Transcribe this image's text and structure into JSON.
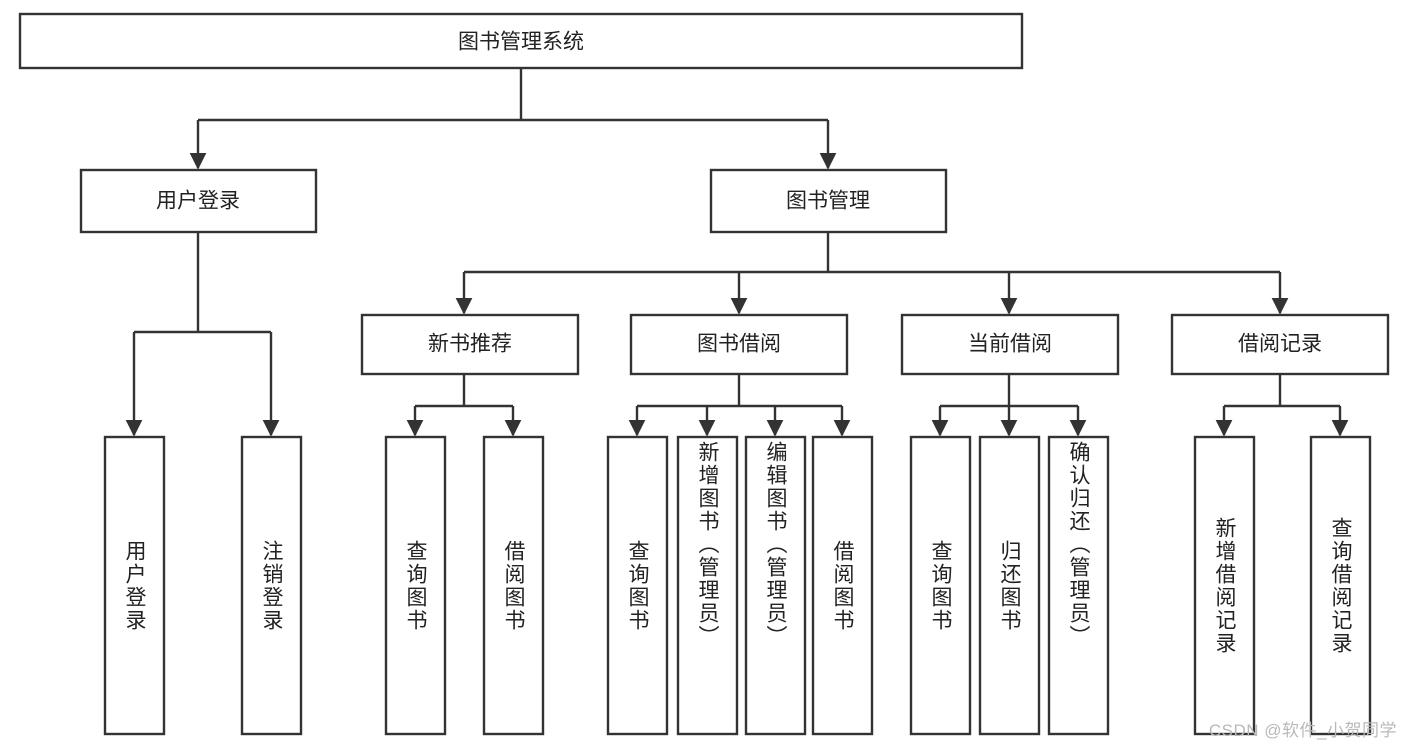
{
  "diagram": {
    "title": "图书管理系统",
    "type": "hierarchy-tree",
    "root": {
      "label": "图书管理系统",
      "children": [
        {
          "label": "用户登录",
          "children": [
            {
              "label": "用户登录"
            },
            {
              "label": "注销登录"
            }
          ]
        },
        {
          "label": "图书管理",
          "children": [
            {
              "label": "新书推荐",
              "children": [
                {
                  "label": "查询图书"
                },
                {
                  "label": "借阅图书"
                }
              ]
            },
            {
              "label": "图书借阅",
              "children": [
                {
                  "label": "查询图书"
                },
                {
                  "label": "新增图书（管理员）"
                },
                {
                  "label": "编辑图书（管理员）"
                },
                {
                  "label": "借阅图书"
                }
              ]
            },
            {
              "label": "当前借阅",
              "children": [
                {
                  "label": "查询图书"
                },
                {
                  "label": "归还图书"
                },
                {
                  "label": "确认归还（管理员）"
                }
              ]
            },
            {
              "label": "借阅记录",
              "children": [
                {
                  "label": "新增借阅记录"
                },
                {
                  "label": "查询借阅记录"
                }
              ]
            }
          ]
        }
      ]
    },
    "nodes": {
      "root": "图书管理系统",
      "l1_user_login": "用户登录",
      "l1_book_mgmt": "图书管理",
      "l2_new_book": "新书推荐",
      "l2_borrow": "图书借阅",
      "l2_current": "当前借阅",
      "l2_record": "借阅记录",
      "leaf_user_login": "用户登录",
      "leaf_logout": "注销登录",
      "leaf_nb_query": "查询图书",
      "leaf_nb_borrow": "借阅图书",
      "leaf_bw_query": "查询图书",
      "leaf_bw_add": "新增图书（管理员）",
      "leaf_bw_edit": "编辑图书（管理员）",
      "leaf_bw_borrow": "借阅图书",
      "leaf_cur_query": "查询图书",
      "leaf_cur_return": "归还图书",
      "leaf_cur_confirm": "确认归还（管理员）",
      "leaf_rec_add": "新增借阅记录",
      "leaf_rec_query": "查询借阅记录"
    },
    "colors": {
      "box_stroke": "#333333",
      "box_fill": "#ffffff",
      "text": "#222222",
      "background": "#ffffff",
      "watermark": "#b9b9b9"
    }
  },
  "watermark": {
    "text": "CSDN @软件_小贺同学"
  }
}
